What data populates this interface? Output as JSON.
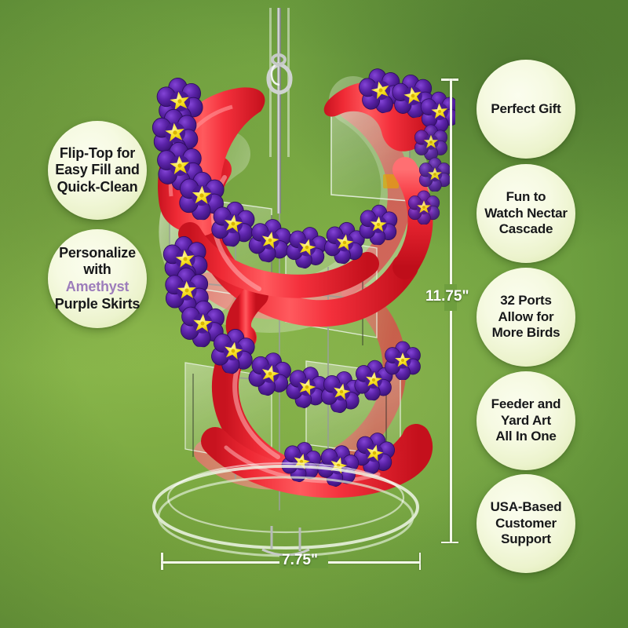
{
  "page": {
    "kind": "product-feature-infographic",
    "product_name": "spiral hummingbird feeder",
    "background_color_top": "#5d8b36",
    "background_color_mid": "#7fae45",
    "background_color_bottom": "#5f9a3f",
    "bubble_fill": "#f6fae2",
    "bubble_text_color": "#17181a",
    "dimension_line_color": "#f3f7e9",
    "dimension_label_color": "#ffffff"
  },
  "callouts_left": [
    {
      "id": "flip-top",
      "lines": [
        "Flip-Top for",
        "Easy Fill and",
        "Quick-Clean"
      ],
      "text": "Flip-Top for Easy Fill and Quick-Clean"
    },
    {
      "id": "personalize",
      "lines": [
        "Personalize",
        "with Amethyst",
        "Purple Skirts"
      ],
      "text": "Personalize with Amethyst Purple Skirts",
      "line1": "Personalize",
      "line2_prefix": "with ",
      "line2_highlight": "Amethyst",
      "line3": "Purple Skirts",
      "highlight_color": "#9d7dbb"
    }
  ],
  "callouts_right": [
    {
      "id": "perfect-gift",
      "lines": [
        "Perfect Gift"
      ],
      "text": "Perfect Gift"
    },
    {
      "id": "nectar-cascade",
      "lines": [
        "Fun to",
        "Watch Nectar",
        "Cascade"
      ],
      "text": "Fun to Watch Nectar Cascade"
    },
    {
      "id": "ports",
      "lines": [
        "32 Ports",
        "Allow for",
        "More Birds"
      ],
      "text": "32 Ports Allow for More Birds"
    },
    {
      "id": "yard-art",
      "lines": [
        "Feeder and",
        "Yard Art",
        "All In One"
      ],
      "text": "Feeder and Yard Art All In One"
    },
    {
      "id": "support",
      "lines": [
        "USA-Based",
        "Customer",
        "Support"
      ],
      "text": "USA-Based Customer Support"
    }
  ],
  "dimensions": {
    "height_label": "11.75\"",
    "width_label": "7.75\""
  },
  "product_colors": {
    "ramp_red": "#ef2a35",
    "ramp_red_light": "#ff6b6f",
    "flower_purple": "#4c1d8f",
    "flower_purple_light": "#6b34b5",
    "flower_center_yellow": "#f5dd1e",
    "acrylic_clear": "#e8f2e0",
    "metal": "#b9bdba"
  }
}
